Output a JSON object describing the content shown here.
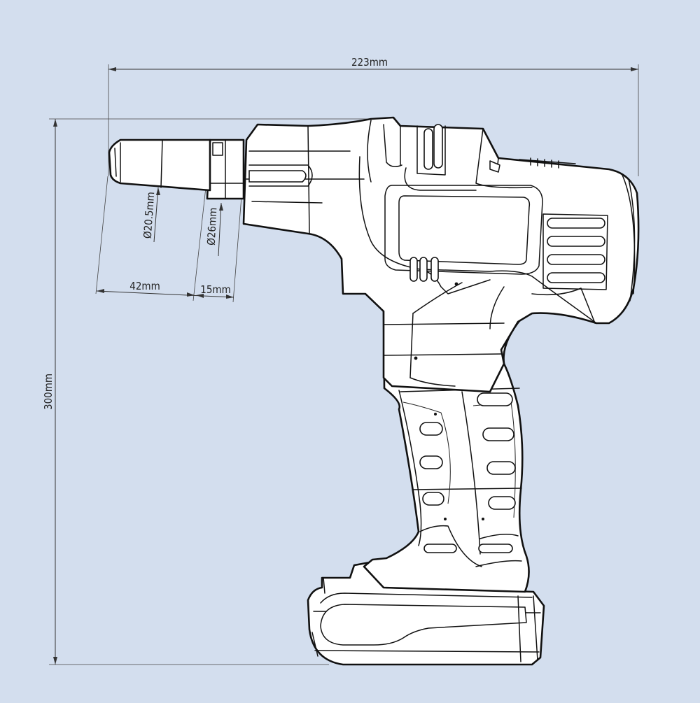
{
  "background": "#d3deee",
  "line_color": "#111111",
  "body_fill": "#ffffff",
  "dimensions": {
    "overall_length": "223mm",
    "overall_height": "300mm",
    "nose_tip_length": "42mm",
    "nose_collar_length": "15mm",
    "nose_tip_diameter": "Ø20.5mm",
    "nose_collar_diameter": "Ø26mm"
  }
}
